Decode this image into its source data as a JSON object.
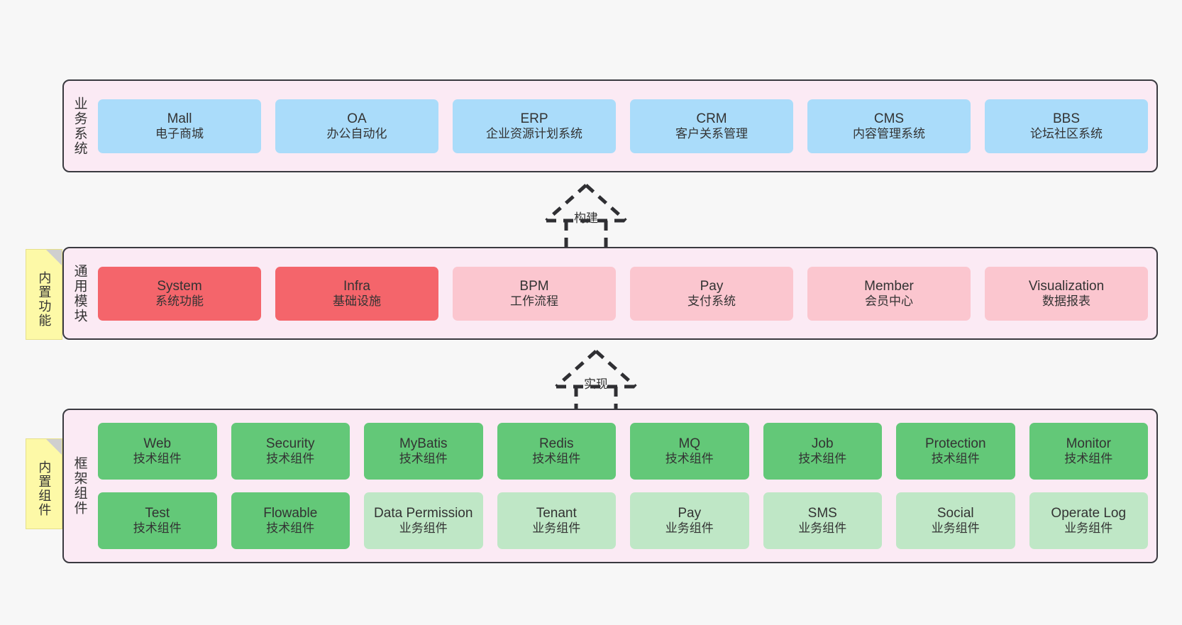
{
  "diagram": {
    "background": "#f7f7f7",
    "layer_fill": "#fbeaf4",
    "layer_border": "#3a3a40",
    "note_fill": "#fdf9a7",
    "colors": {
      "blue": "#aadcfa",
      "red": "#f4656b",
      "pink": "#fbc6cf",
      "green": "#63c878",
      "green_light": "#bfe7c6"
    }
  },
  "notes": [
    {
      "id": "note-functions",
      "text": "内置功能"
    },
    {
      "id": "note-components",
      "text": "内置组件"
    }
  ],
  "connectors": [
    {
      "id": "arrow-build",
      "label": "构建",
      "style": "dashed-generalization",
      "direction": "up"
    },
    {
      "id": "arrow-realize",
      "label": "实现",
      "style": "dashed-generalization",
      "direction": "up"
    }
  ],
  "layers": [
    {
      "id": "layer-business",
      "title": "业务系统",
      "rows": [
        {
          "nodes": [
            {
              "name": "Mall",
              "sub": "电子商城",
              "color": "blue"
            },
            {
              "name": "OA",
              "sub": "办公自动化",
              "color": "blue"
            },
            {
              "name": "ERP",
              "sub": "企业资源计划系统",
              "color": "blue"
            },
            {
              "name": "CRM",
              "sub": "客户关系管理",
              "color": "blue"
            },
            {
              "name": "CMS",
              "sub": "内容管理系统",
              "color": "blue"
            },
            {
              "name": "BBS",
              "sub": "论坛社区系统",
              "color": "blue"
            }
          ]
        }
      ]
    },
    {
      "id": "layer-modules",
      "title": "通用模块",
      "rows": [
        {
          "nodes": [
            {
              "name": "System",
              "sub": "系统功能",
              "color": "red"
            },
            {
              "name": "Infra",
              "sub": "基础设施",
              "color": "red"
            },
            {
              "name": "BPM",
              "sub": "工作流程",
              "color": "pink"
            },
            {
              "name": "Pay",
              "sub": "支付系统",
              "color": "pink"
            },
            {
              "name": "Member",
              "sub": "会员中心",
              "color": "pink"
            },
            {
              "name": "Visualization",
              "sub": "数据报表",
              "color": "pink"
            }
          ]
        }
      ]
    },
    {
      "id": "layer-framework",
      "title": "框架组件",
      "rows": [
        {
          "nodes": [
            {
              "name": "Web",
              "sub": "技术组件",
              "color": "green"
            },
            {
              "name": "Security",
              "sub": "技术组件",
              "color": "green"
            },
            {
              "name": "MyBatis",
              "sub": "技术组件",
              "color": "green"
            },
            {
              "name": "Redis",
              "sub": "技术组件",
              "color": "green"
            },
            {
              "name": "MQ",
              "sub": "技术组件",
              "color": "green"
            },
            {
              "name": "Job",
              "sub": "技术组件",
              "color": "green"
            },
            {
              "name": "Protection",
              "sub": "技术组件",
              "color": "green"
            },
            {
              "name": "Monitor",
              "sub": "技术组件",
              "color": "green"
            }
          ]
        },
        {
          "nodes": [
            {
              "name": "Test",
              "sub": "技术组件",
              "color": "green"
            },
            {
              "name": "Flowable",
              "sub": "技术组件",
              "color": "green"
            },
            {
              "name": "Data Permission",
              "sub": "业务组件",
              "color": "green-light"
            },
            {
              "name": "Tenant",
              "sub": "业务组件",
              "color": "green-light"
            },
            {
              "name": "Pay",
              "sub": "业务组件",
              "color": "green-light"
            },
            {
              "name": "SMS",
              "sub": "业务组件",
              "color": "green-light"
            },
            {
              "name": "Social",
              "sub": "业务组件",
              "color": "green-light"
            },
            {
              "name": "Operate Log",
              "sub": "业务组件",
              "color": "green-light"
            }
          ]
        }
      ]
    }
  ]
}
